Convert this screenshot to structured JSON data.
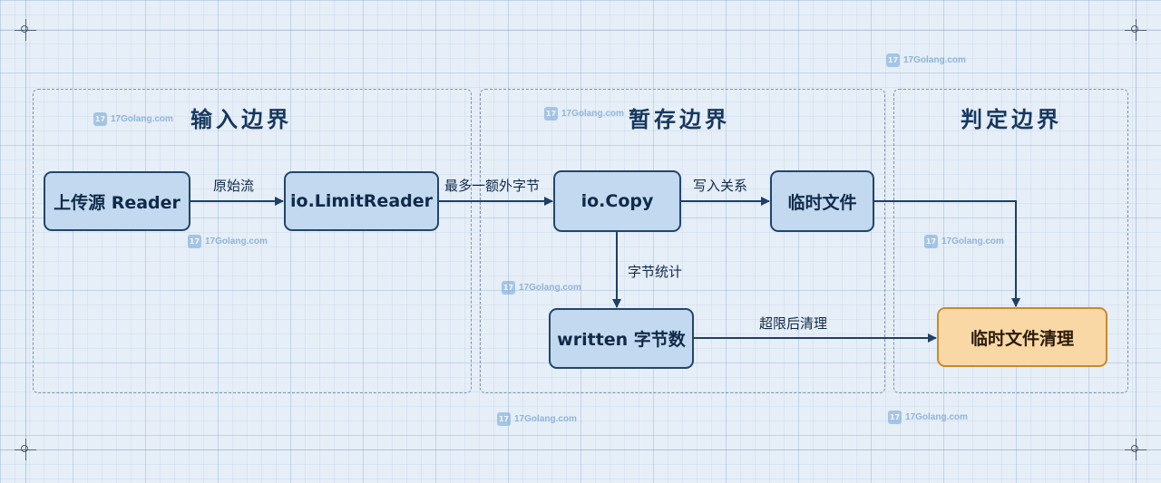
{
  "regions": [
    {
      "title": "输入边界"
    },
    {
      "title": "暂存边界"
    },
    {
      "title": "判定边界"
    }
  ],
  "nodes": {
    "upload_reader": "上传源 Reader",
    "limit_reader": "io.LimitReader",
    "io_copy": "io.Copy",
    "temp_file": "临时文件",
    "written_bytes": "written 字节数",
    "temp_cleanup": "临时文件清理"
  },
  "edges": {
    "raw_stream": "原始流",
    "extra_byte": "最多一额外字节",
    "write_relation": "写入关系",
    "byte_count": "字节统计",
    "cleanup_after_limit": "超限后清理"
  },
  "watermark": "17Golang.com",
  "colors": {
    "node_fill": "#c2d9ef",
    "node_border": "#22456c",
    "accent_fill": "#fad8a6",
    "accent_border": "#c98a2b",
    "arrow": "#1e3f66"
  }
}
